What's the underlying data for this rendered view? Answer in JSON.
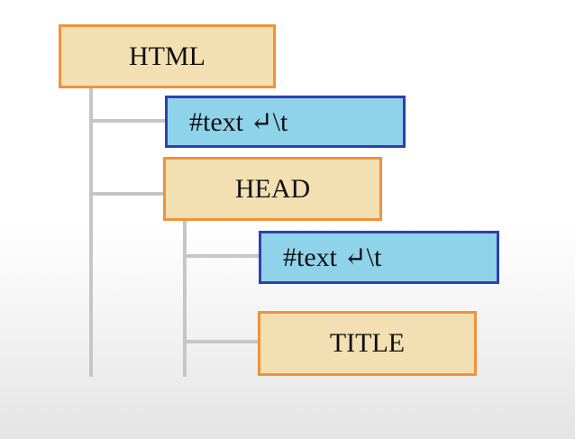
{
  "tree": {
    "root": {
      "label": "HTML",
      "type": "element",
      "children": [
        {
          "label": "#text ↵\\t",
          "type": "text"
        },
        {
          "label": "HEAD",
          "type": "element",
          "children": [
            {
              "label": "#text ↵\\t",
              "type": "text"
            },
            {
              "label": "TITLE",
              "type": "element"
            }
          ]
        }
      ]
    }
  },
  "colors": {
    "element_fill": "#f2e0b2",
    "element_border": "#f0923a",
    "text_fill": "#8fd3ea",
    "text_border": "#2f3fb0",
    "connector": "#c6c6c6"
  }
}
